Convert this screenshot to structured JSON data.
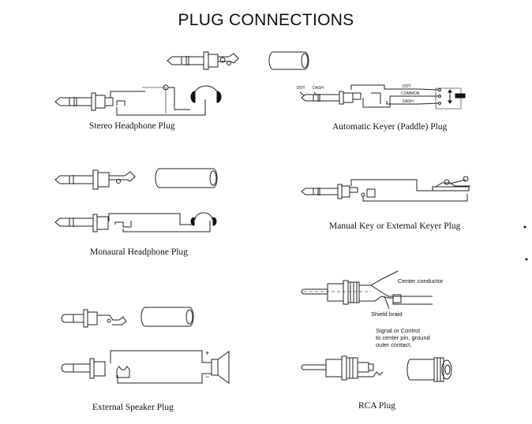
{
  "title": "PLUG CONNECTIONS",
  "sections": [
    {
      "id": "stereo",
      "caption": "Stereo Headphone Plug"
    },
    {
      "id": "keyer",
      "caption": "Automatic Keyer (Paddle) Plug",
      "labels": {
        "dot_tip": "DOT",
        "dash_ring": "DASH",
        "wire_dot": "DOT",
        "wire_common": "COMMON",
        "wire_dash": "DASH"
      }
    },
    {
      "id": "mono",
      "caption": "Monaural Headphone Plug"
    },
    {
      "id": "manual",
      "caption": "Manual Key or External Keyer Plug"
    },
    {
      "id": "speaker",
      "caption": "External Speaker Plug",
      "labels": {
        "plus": "+",
        "minus": "−"
      }
    },
    {
      "id": "rca",
      "caption": "RCA Plug",
      "labels": {
        "center_conductor": "Center conductor",
        "shield_braid": "Shield braid",
        "note_line1": "Signal or Control",
        "note_line2": "to center pin, ground",
        "note_line3": "outer contact."
      }
    }
  ]
}
